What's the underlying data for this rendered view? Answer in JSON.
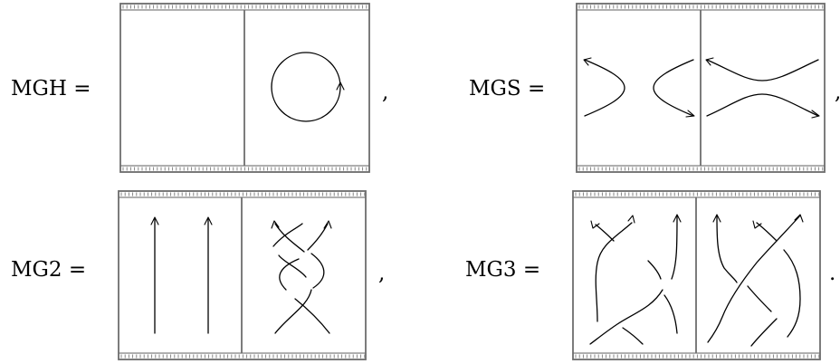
{
  "equations": [
    {
      "id": "mgh",
      "label": "MGH =",
      "punct": ","
    },
    {
      "id": "mgs",
      "label": "MGS =",
      "punct": ","
    },
    {
      "id": "mg2",
      "label": "MG2 =",
      "punct": ","
    },
    {
      "id": "mg3",
      "label": "MG3 =",
      "punct": "."
    }
  ],
  "colors": {
    "frame": "#6e6e6e",
    "strand": "#000000",
    "background": "#ffffff"
  }
}
